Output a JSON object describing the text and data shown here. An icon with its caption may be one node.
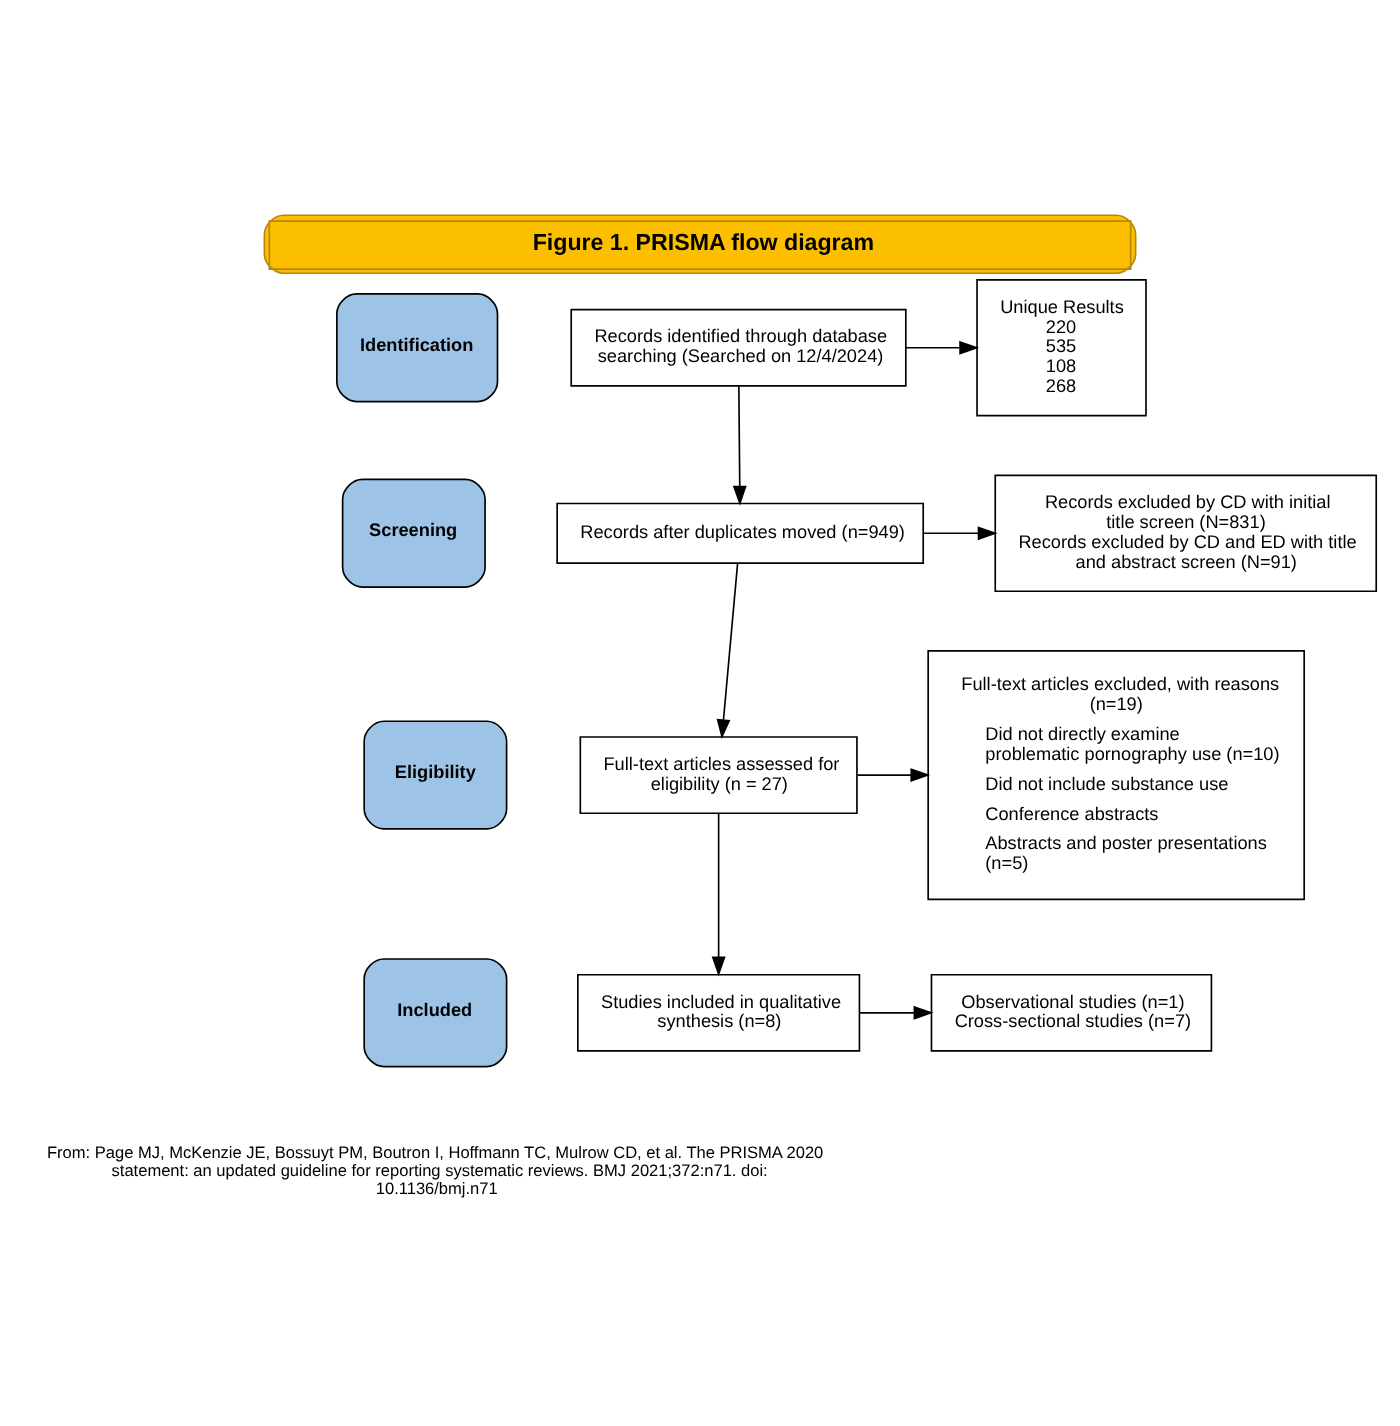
{
  "diagram": {
    "title": "Figure 1. PRISMA flow diagram",
    "caption": "From: Page MJ, McKenzie JE, Bossuyt PM, Boutron I, Hoffmann TC, Mulrow CD, et al. The PRISMA 2020 statement: an updated guideline for reporting systematic reviews. BMJ 2021;372:n71. doi: 10.1136/bmj.n71",
    "nodes": [
      {
        "text": [
          "Identification"
        ]
      },
      {
        "text": [
          "Screening"
        ]
      },
      {
        "text": [
          "Eligibility"
        ]
      },
      {
        "text": [
          "Included"
        ]
      },
      {
        "text": [
          "Records identified through database searching (Searched on 12/4/2024)"
        ]
      },
      {
        "text": [
          "Unique Results",
          "220",
          "535",
          "108",
          "268"
        ]
      },
      {
        "text": [
          "Records after duplicates moved (n=949)"
        ]
      },
      {
        "text": [
          "Records excluded by CD with initial title screen (N=831)",
          "Records excluded by CD and ED with title and abstract screen (N=91)"
        ]
      },
      {
        "text": [
          "Full-text articles assessed for eligibility (n = 27)"
        ]
      },
      {
        "text": [
          "Full-text articles excluded, with reasons (n=19)",
          "Did not directly examine problematic pornography use (n=10)",
          "Did not include substance use",
          "Conference abstracts",
          "Abstracts and poster presentations (n=5)"
        ]
      },
      {
        "text": [
          "Studies included in qualitative synthesis (n=8)"
        ]
      },
      {
        "text": [
          "Observational studies (n=1)",
          "Cross-sectional studies (n=7)"
        ]
      }
    ],
    "edges": [
      {
        "from": 4,
        "to": 5,
        "arrow": "to"
      },
      {
        "from": 4,
        "to": 6,
        "arrow": "to"
      },
      {
        "from": 6,
        "to": 7,
        "arrow": "to"
      },
      {
        "from": 6,
        "to": 8,
        "arrow": "to"
      },
      {
        "from": 8,
        "to": 9,
        "arrow": "to"
      },
      {
        "from": 8,
        "to": 10,
        "arrow": "to"
      },
      {
        "from": 10,
        "to": 11,
        "arrow": "to"
      }
    ]
  }
}
